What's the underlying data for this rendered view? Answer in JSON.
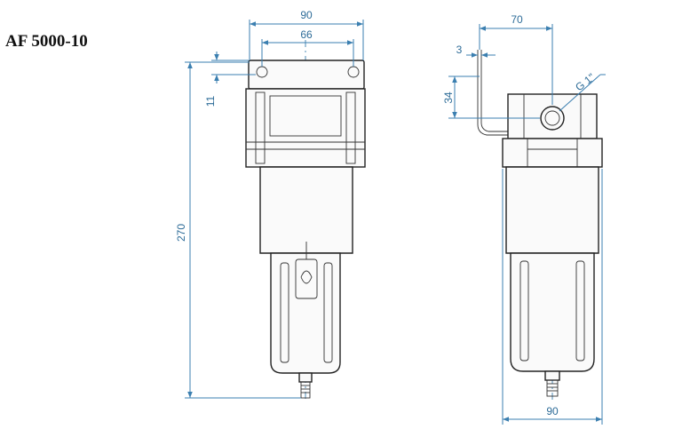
{
  "title": "AF 5000-10",
  "dimensions": {
    "front_total_width": "90",
    "front_hole_spacing": "66",
    "front_flange_height": "11",
    "front_total_height": "270",
    "side_offset": "70",
    "side_bracket_thickness": "3",
    "side_port_height": "34",
    "side_port_thread": "G 1\"",
    "side_total_width": "90"
  },
  "colors": {
    "dimension_line": "#3b7fb0",
    "outline": "#222222",
    "background": "#ffffff"
  }
}
